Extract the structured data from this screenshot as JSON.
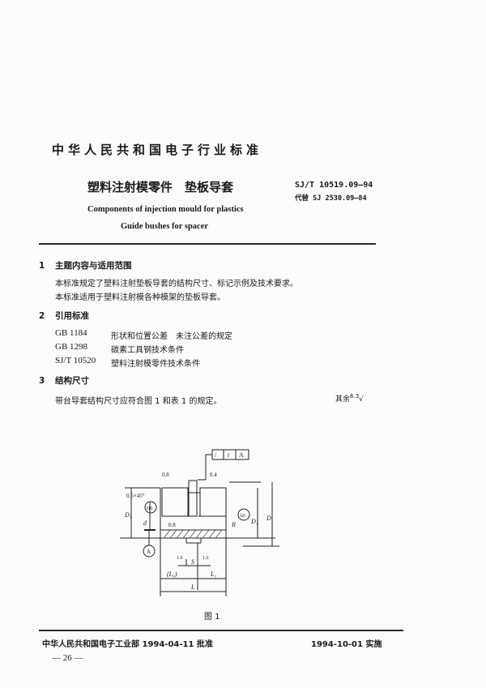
{
  "header": {
    "org_standard": "中华人民共和国电子行业标准",
    "title_cn": "塑料注射模零件　垫板导套",
    "code": "SJ/T 10519.09—94",
    "replaces": "代替 SJ 2530.09—84",
    "title_en_1": "Components of injection mould for plastics",
    "title_en_2": "Guide bushes for spacer"
  },
  "sections": [
    {
      "num": "1",
      "title": "主题内容与适用范围",
      "paragraphs": [
        "本标准规定了塑料注射垫板导套的结构尺寸、标记示例及技术要求。",
        "本标准适用于塑料注射模各种模架的垫板导套。"
      ]
    },
    {
      "num": "2",
      "title": "引用标准",
      "references": [
        {
          "code": "GB 1184",
          "name": "形状和位置公差　未注公差的规定"
        },
        {
          "code": "GB 1298",
          "name": "碳素工具钢技术条件"
        },
        {
          "code": "SJ/T 10520",
          "name": "塑料注射模零件技术条件"
        }
      ]
    },
    {
      "num": "3",
      "title": "结构尺寸",
      "paragraphs": [
        "带台导套结构尺寸应符合图 1 和表 1 的规定。"
      ]
    }
  ],
  "roughness_note": {
    "label": "其余",
    "value": "6.3"
  },
  "drawing": {
    "tolerance_frame": [
      "/",
      "t",
      "A"
    ],
    "chamfer": "0.5×45°",
    "roughness_top_left": "0.8",
    "roughness_top_right": "0.4",
    "roughness_bore": "0.8",
    "roughness_groove_left": "1.6",
    "roughness_groove_right": "1.6",
    "fit_left": "H6",
    "fit_right": "k6",
    "labels": {
      "d": "d",
      "D1_left": "D₁",
      "D1_right": "D₁",
      "D": "D",
      "R": "R",
      "S": "S",
      "L0": "(L₀)",
      "L1": "L₁",
      "L": "L",
      "datum": "A"
    }
  },
  "figure_caption": "图 1",
  "footer": {
    "approved": "中华人民共和国电子工业部 1994-04-11 批准",
    "effective": "1994-10-01 实施",
    "page": "— 26 —"
  }
}
